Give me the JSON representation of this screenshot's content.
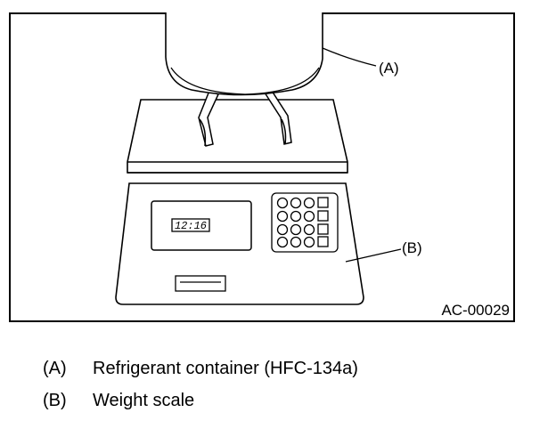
{
  "figure": {
    "id": "AC-00029",
    "callout_a": "(A)",
    "callout_b": "(B)",
    "scale_display": "12:16"
  },
  "legend": [
    {
      "key": "(A)",
      "text": "Refrigerant container (HFC-134a)"
    },
    {
      "key": "(B)",
      "text": "Weight scale"
    }
  ]
}
